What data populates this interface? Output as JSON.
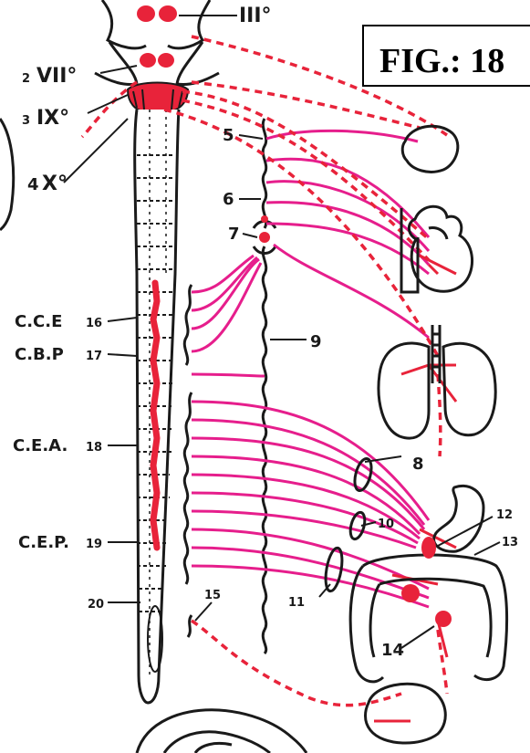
{
  "figure": {
    "caption": "FIG.: 18"
  },
  "labels": {
    "n3": "III°",
    "n7_num": "2",
    "n7": "VII°",
    "n9_num": "3",
    "n9": "IX°",
    "n10_num": "4",
    "n10": "X°",
    "l5": "5",
    "l6": "6",
    "l7": "7",
    "l8": "8",
    "l9": "9",
    "l10": "10",
    "l11": "11",
    "l12": "12",
    "l13": "13",
    "l14": "14",
    "l15": "15",
    "l20": "20",
    "cce": "C.C.E",
    "cce_num": "16",
    "cbp": "C.B.P",
    "cbp_num": "17",
    "cea": "C.E.A.",
    "cea_num": "18",
    "cep": "C.E.P.",
    "cep_num": "19"
  },
  "colors": {
    "preganglionic": "#e8233a",
    "postganglionic": "#e61e8c",
    "outline": "#1a1a1a"
  }
}
